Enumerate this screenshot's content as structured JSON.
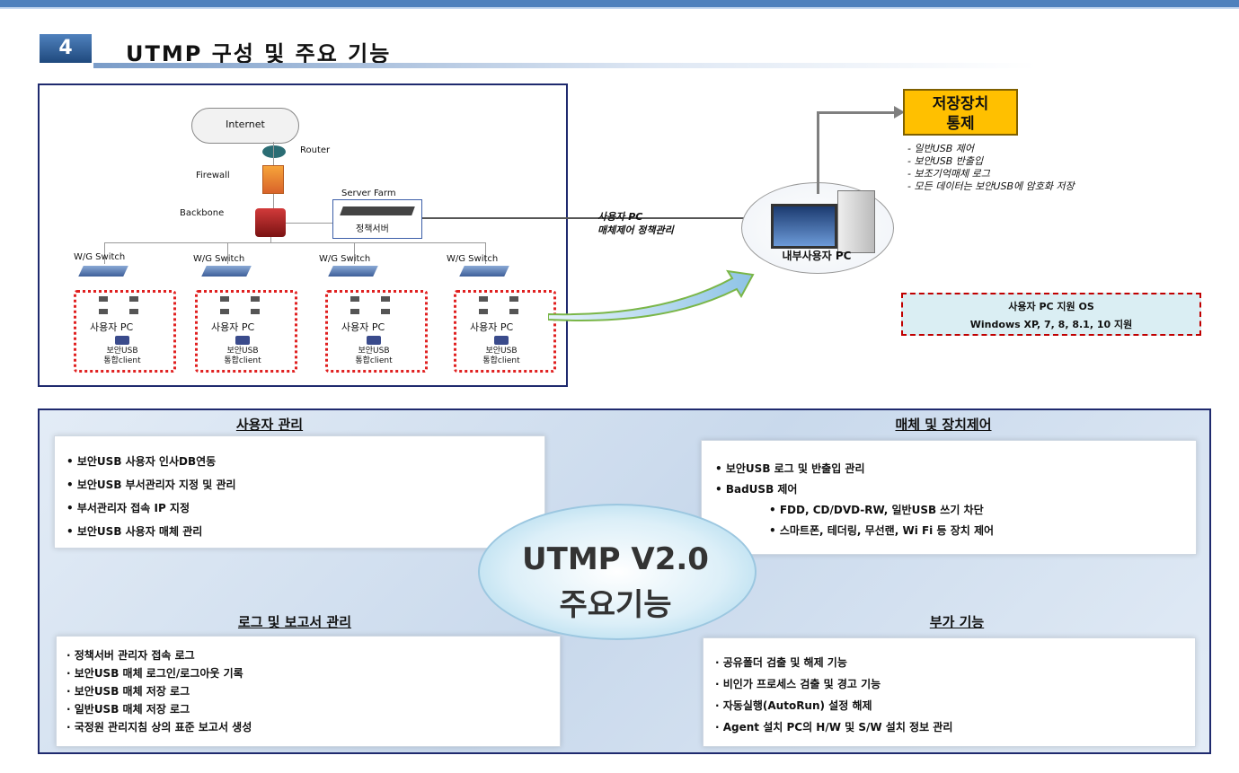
{
  "header": {
    "number": "4",
    "title": "UTMP 구성 및 주요 기능"
  },
  "network": {
    "internet": "Internet",
    "router": "Router",
    "firewall": "Firewall",
    "backbone": "Backbone",
    "server_farm": "Server Farm",
    "policy_server": "정책서버",
    "switches": [
      "W/G Switch",
      "W/G Switch",
      "W/G Switch",
      "W/G Switch"
    ],
    "groups": [
      {
        "pc": "사용자 PC",
        "usb_line1": "보안USB",
        "usb_line2": "통합client"
      },
      {
        "pc": "사용자 PC",
        "usb_line1": "보안USB",
        "usb_line2": "통합client"
      },
      {
        "pc": "사용자 PC",
        "usb_line1": "보안USB",
        "usb_line2": "통합client"
      },
      {
        "pc": "사용자 PC",
        "usb_line1": "보안USB",
        "usb_line2": "통합client"
      }
    ]
  },
  "policy": {
    "line1": "사용자 PC",
    "line2": "매체제어 정책관리"
  },
  "internal_pc": "내부사용자 PC",
  "storage": {
    "title1": "저장장치",
    "title2": "통제",
    "items": [
      "일반USB 제어",
      "보안USB 반출입",
      "보조기억매체 로그",
      "모든 데이터는 보안USB에 암호화 저장"
    ]
  },
  "os_support": {
    "line1": "사용자 PC 지원  OS",
    "line2": "Windows XP, 7, 8, 8.1, 10 지원"
  },
  "center": {
    "line1": "UTMP V2.0",
    "line2": "주요기능"
  },
  "quadrants": {
    "user_mgmt": {
      "title": "사용자 관리",
      "items": [
        "• 보안USB 사용자 인사DB연동",
        "• 보안USB 부서관리자 지정 및 관리",
        "• 부서관리자 접속 IP 지정",
        "• 보안USB 사용자 매체 관리"
      ]
    },
    "media_ctrl": {
      "title": "매체 및 장치제어",
      "items": [
        "• 보안USB 로그 및 반출입 관리",
        "• BadUSB 제어"
      ],
      "subitems": [
        "•  FDD, CD/DVD-RW, 일반USB 쓰기 차단",
        "•  스마트폰, 테더링, 무선랜, Wi Fi 등 장치 제어"
      ]
    },
    "log_report": {
      "title": "로그 및 보고서 관리",
      "items": [
        "· 정책서버 관리자 접속 로그",
        "· 보안USB 매체 로그인/로그아웃 기록",
        "· 보안USB 매체 저장 로그",
        "· 일반USB 매체 저장 로그",
        "· 국정원 관리지침 상의 표준 보고서 생성"
      ]
    },
    "extra": {
      "title": "부가 기능",
      "items": [
        "· 공유폴더 검출 및 해제 기능",
        "· 비인가 프로세스 검출 및 경고 기능",
        "· 자동실행(AutoRun) 설정 해제",
        "· Agent 설치 PC의 H/W 및 S/W 설치 정보 관리"
      ]
    }
  }
}
